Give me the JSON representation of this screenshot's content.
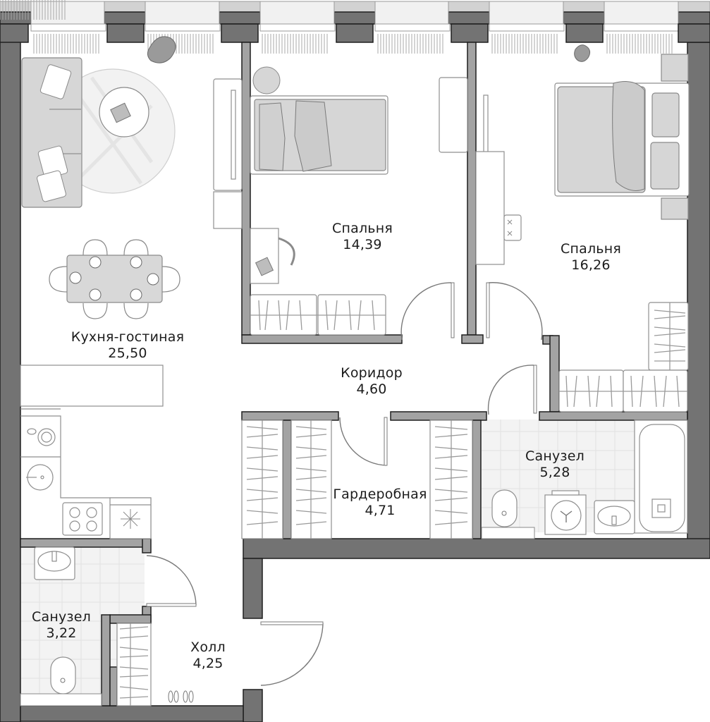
{
  "plan": {
    "type": "apartment-floor-plan",
    "colors": {
      "outer_wall": "#737373",
      "inner_wall": "#a3a3a3",
      "furniture_fill": "#d6d6d6",
      "tile": "#f3f3f3",
      "text": "#1c1c1c"
    },
    "rooms": [
      {
        "id": "kitchen_living",
        "name": "Кухня-гостиная",
        "area": "25,50"
      },
      {
        "id": "bedroom_1",
        "name": "Спальня",
        "area": "14,39"
      },
      {
        "id": "bedroom_2",
        "name": "Спальня",
        "area": "16,26"
      },
      {
        "id": "corridor",
        "name": "Коридор",
        "area": "4,60"
      },
      {
        "id": "wardrobe",
        "name": "Гардеробная",
        "area": "4,71"
      },
      {
        "id": "bathroom_1",
        "name": "Санузел",
        "area": "5,28"
      },
      {
        "id": "bathroom_2",
        "name": "Санузел",
        "area": "3,22"
      },
      {
        "id": "hall",
        "name": "Холл",
        "area": "4,25"
      }
    ],
    "icons": [
      "sofa-icon",
      "round-rug-icon",
      "coffee-table-icon",
      "plant-icon",
      "dining-table-icon",
      "chair-icon",
      "tv-icon",
      "bed-icon",
      "desk-icon",
      "wardrobe-icon",
      "door-icon",
      "window-icon",
      "curtain-icon",
      "sink-icon",
      "stove-icon",
      "fridge-icon",
      "toilet-icon",
      "bathtub-icon",
      "washing-machine-icon",
      "shoes-icon"
    ]
  }
}
